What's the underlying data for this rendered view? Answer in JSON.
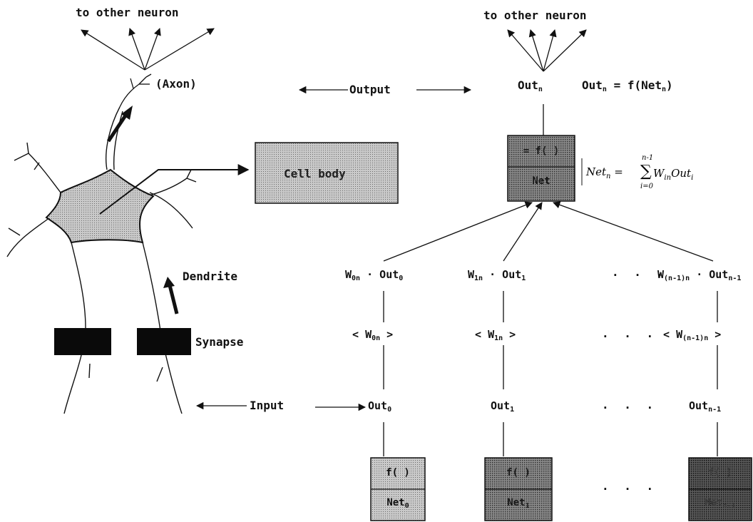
{
  "biological": {
    "to_other_neuron": "to other neuron",
    "axon": "(Axon)",
    "cell_body": "Cell body",
    "dendrite": "Dendrite",
    "synapse": "Synapse"
  },
  "artificial": {
    "to_other_neuron": "to other neuron",
    "out_n": "Out",
    "out_n_sub": "n",
    "out_eq_lhs": "Out",
    "out_eq_lhs_sub": "n",
    "out_eq_rhs": "= f(Net",
    "out_eq_rhs_sub": "n",
    "out_eq_close": ")",
    "top_unit": {
      "f_label": "= f( )",
      "net_label": "Net"
    },
    "net_formula": {
      "lhs": "Net",
      "lhs_sub": "n",
      "eq": "=",
      "upper": "n-1",
      "lower": "i=0",
      "term": "W",
      "term_sub": "in",
      "out": "Out",
      "out_sub": "i"
    },
    "weighted_inputs": [
      {
        "w": "W",
        "w_sub": "0n",
        "dot": "·",
        "out": "Out",
        "out_sub": "0"
      },
      {
        "w": "W",
        "w_sub": "1n",
        "dot": "·",
        "out": "Out",
        "out_sub": "1"
      },
      {
        "w": "W",
        "w_sub": "(n-1)n",
        "dot": "·",
        "out": "Out",
        "out_sub": "n-1"
      }
    ],
    "weights": [
      {
        "open": "<",
        "w": "W",
        "w_sub": "0n",
        "close": ">"
      },
      {
        "open": "<",
        "w": "W",
        "w_sub": "1n",
        "close": ">"
      },
      {
        "open": "<",
        "w": "W",
        "w_sub": "(n-1)n",
        "close": ">"
      }
    ],
    "outs": [
      {
        "out": "Out",
        "sub": "0"
      },
      {
        "out": "Out",
        "sub": "1"
      },
      {
        "out": "Out",
        "sub": "n-1"
      }
    ],
    "units": [
      {
        "f": "f( )",
        "net": "Net",
        "net_sub": "0"
      },
      {
        "f": "f( )",
        "net": "Net",
        "net_sub": "1"
      },
      {
        "f": "f( )",
        "net": "Net",
        "net_sub": "n-1"
      }
    ],
    "ellipsis": "· · ·"
  },
  "labels": {
    "output": "Output",
    "input": "Input"
  }
}
